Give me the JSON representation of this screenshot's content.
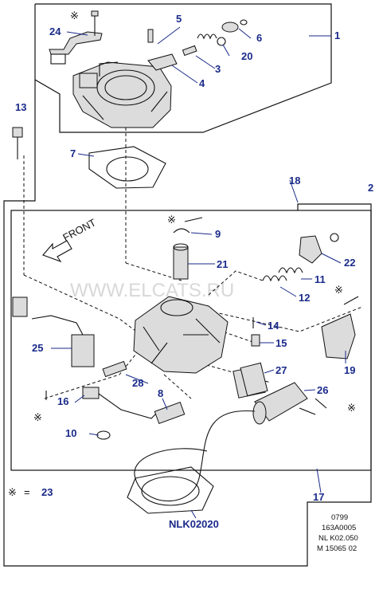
{
  "watermark": "WWW.ELCATS.RU",
  "front_label": "FRONT",
  "callouts": {
    "c1": "1",
    "c2": "2",
    "c3": "3",
    "c4": "4",
    "c5": "5",
    "c6": "6",
    "c7": "7",
    "c8": "8",
    "c9": "9",
    "c10": "10",
    "c11": "11",
    "c12": "12",
    "c13": "13",
    "c14": "14",
    "c15": "15",
    "c16": "16",
    "c17": "17",
    "c18": "18",
    "c19": "19",
    "c20": "20",
    "c21": "21",
    "c22": "22",
    "c24": "24",
    "c25": "25",
    "c26": "26",
    "c27": "27",
    "c28": "28"
  },
  "legend": {
    "symbol": "※",
    "equals": "=",
    "value": "23"
  },
  "gasket_code": "NLK02020",
  "reference": {
    "line1": "0799",
    "line2": "163A0005",
    "line3": "NL  K02.050",
    "line4": "M  15065  02"
  }
}
